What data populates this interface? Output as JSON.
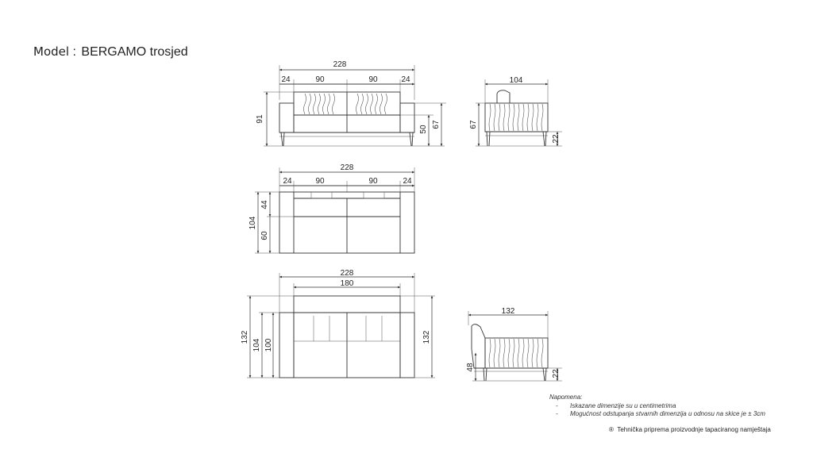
{
  "title": {
    "label": "Model",
    "separator": " : ",
    "name": "BERGAMO trosjed"
  },
  "front_view": {
    "overall_width": "228",
    "segments": [
      "24",
      "90",
      "90",
      "24"
    ],
    "height_total": "91",
    "height_arm": "67",
    "height_seat": "50"
  },
  "side_view": {
    "depth": "104",
    "height": "67",
    "leg_height": "22"
  },
  "top_view": {
    "overall_width": "228",
    "segments": [
      "24",
      "90",
      "90",
      "24"
    ],
    "depth_total": "104",
    "depth_back": "44",
    "depth_seat": "60"
  },
  "open_top_view": {
    "overall_width": "228",
    "inner_width": "180",
    "depth_left": "132",
    "depth_right": "132",
    "depth_a": "104",
    "depth_b": "100"
  },
  "open_side_view": {
    "depth": "132",
    "seat_height": "48",
    "leg_height": "22"
  },
  "notes": {
    "heading": "Napomena:",
    "items": [
      "Iskazane dimenzije su u centimetrima",
      "Mogućnost odstupanja stvarnih dimenzija u odnosu na skice  je ± 3cm"
    ]
  },
  "footer": {
    "symbol": "®",
    "text": "Tehnička priprema proizvodnje tapaciranog namještaja"
  }
}
